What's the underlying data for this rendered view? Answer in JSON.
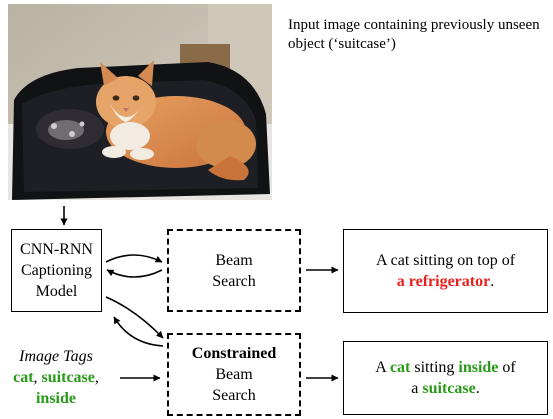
{
  "photo": {
    "subject": "orange and white cat lying in an open black suitcase"
  },
  "input_caption": "Input image containing previously unseen object (‘suitcase’)",
  "model_box": {
    "lines": [
      "CNN-RNN",
      "Captioning",
      "Model"
    ]
  },
  "beam_box": {
    "lines": [
      "Beam",
      "Search"
    ]
  },
  "constrained_box": {
    "bold_line": "Constrained",
    "lines": [
      "Beam",
      "Search"
    ]
  },
  "output_top": {
    "prefix": "A cat sitting on top of",
    "highlight": "a refrigerator",
    "suffix": ".",
    "highlight_color": "#e8211c"
  },
  "output_bottom": {
    "w1": "A",
    "h1": "cat",
    "w2": "sitting",
    "h2": "inside",
    "w3": "of",
    "w4": "a",
    "h3": "suitcase",
    "end": ".",
    "highlight_color": "#2a9a1a"
  },
  "image_tags": {
    "title": "Image Tags",
    "tag1": "cat",
    "sep1": ",",
    "tag2": "suitcase",
    "sep2": ",",
    "tag3": "inside"
  },
  "colors": {
    "error": "#e8211c",
    "correct": "#2a9a1a"
  }
}
